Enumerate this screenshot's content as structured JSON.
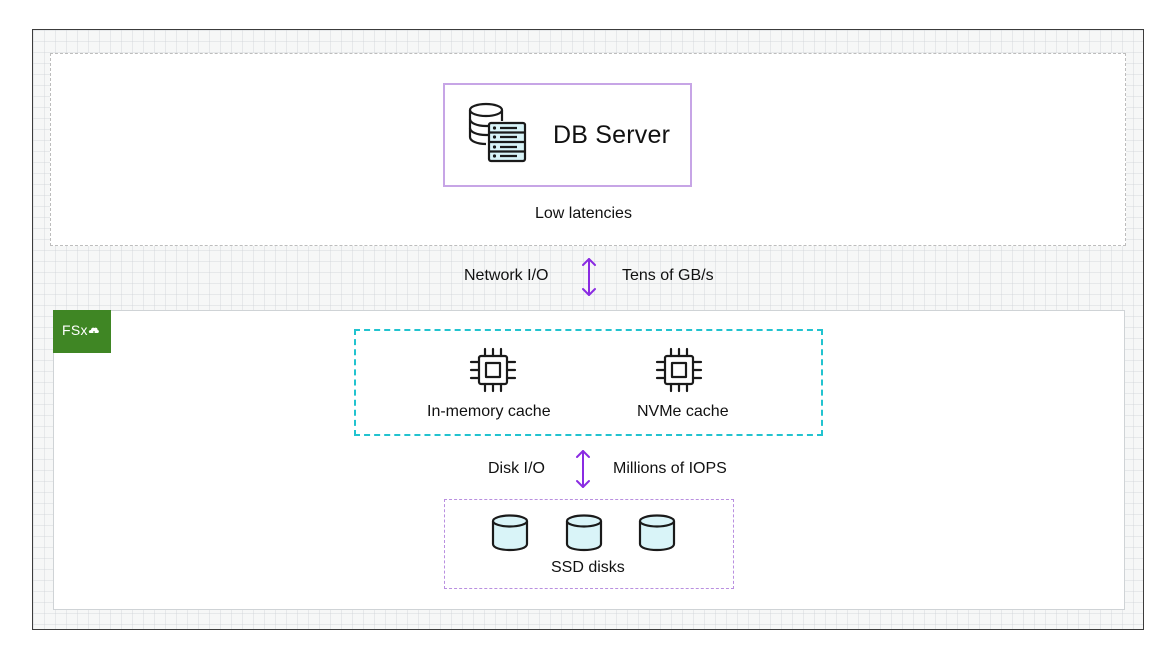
{
  "db_server": {
    "title": "DB Server",
    "icon": "database-server-icon",
    "caption": "Low latencies"
  },
  "network_link": {
    "left_label": "Network I/O",
    "right_label": "Tens of GB/s",
    "arrow_color": "#8a2be2"
  },
  "fsx": {
    "badge_text": "FSx",
    "badge_color": "#3f8624",
    "cache_tier": {
      "border_color": "#21c3cf",
      "items": [
        {
          "label": "In-memory cache",
          "icon": "chip-icon"
        },
        {
          "label": "NVMe cache",
          "icon": "chip-icon"
        }
      ]
    },
    "disk_link": {
      "left_label": "Disk I/O",
      "right_label": "Millions of IOPS"
    },
    "storage_tier": {
      "label": "SSD disks",
      "icon": "disk-icon",
      "disk_fill": "#d9f4f8"
    }
  }
}
